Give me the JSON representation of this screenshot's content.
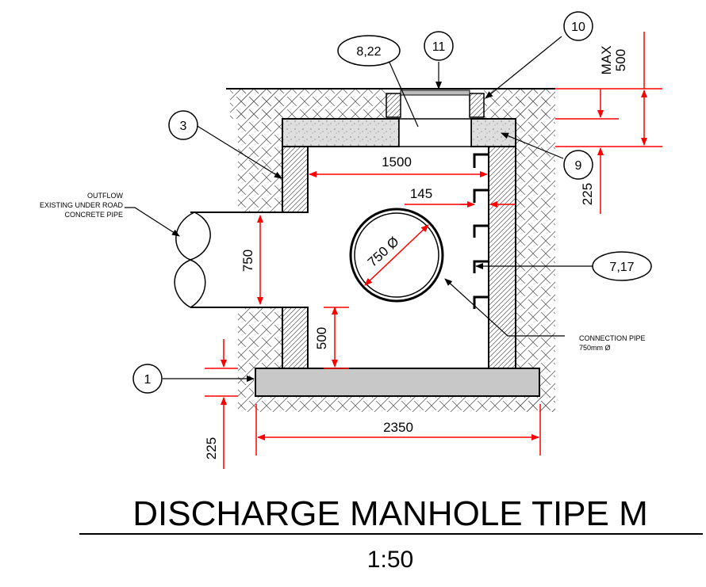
{
  "title": "DISCHARGE MANHOLE TIPE M",
  "scale": "1:50",
  "colors": {
    "dimension": "#ff0000",
    "line": "#000000",
    "concrete": "#d4d4d4",
    "base_slab": "#c8c8c8"
  },
  "dimensions": {
    "max_label": "MAX",
    "max_value": "500",
    "cover_thickness": "225",
    "inner_width": "1500",
    "step_offset": "145",
    "pipe_height": "750",
    "pipe_invert": "500",
    "base_thickness": "225",
    "overall_width": "2350",
    "pipe_diameter": "750 Ø"
  },
  "notes": {
    "outflow": [
      "OUTFLOW",
      "EXISTING UNDER ROAD",
      "CONCRETE PIPE"
    ],
    "connection": [
      "CONNECTION PIPE",
      "750mm Ø"
    ]
  },
  "callouts": {
    "c1": "1",
    "c3": "3",
    "c7_17": "7,17",
    "c8_22": "8,22",
    "c9": "9",
    "c10": "10",
    "c11": "11"
  }
}
